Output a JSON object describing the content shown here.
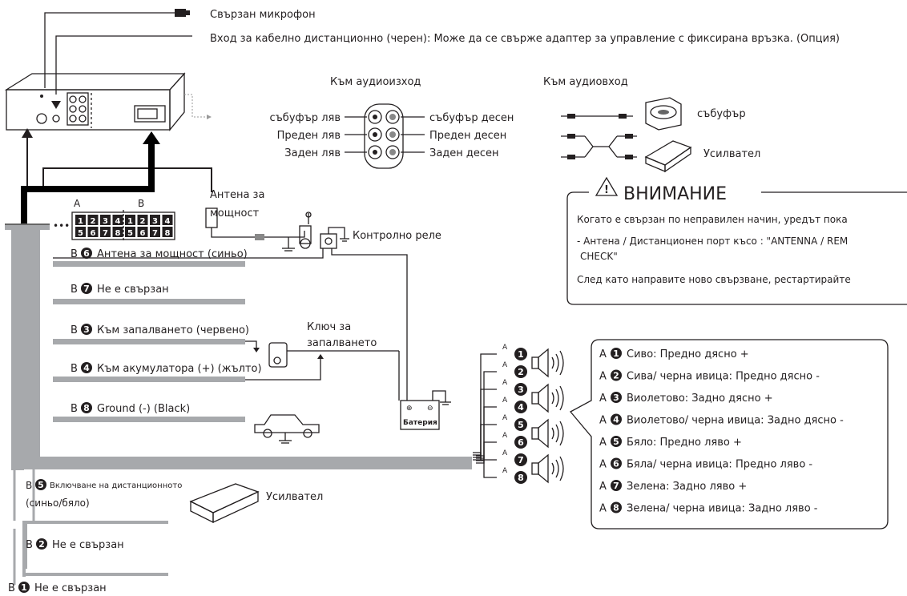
{
  "top": {
    "mic": "Свързан  микрофон",
    "remote_wire": "Вход за кабелно дистанционно (черен): Може да се свърже адаптер за управление с фиксирана връзка. (Опция)"
  },
  "audio_out": {
    "title": "Към аудиоизход",
    "left_labels": [
      "събуфър ляв",
      "Преден ляв",
      "Заден ляв"
    ],
    "right_labels": [
      "събуфър десен",
      "Преден десен",
      "Заден десен"
    ]
  },
  "audio_in": {
    "title": "Към аудиовход",
    "subwoofer": "събуфър",
    "amplifier": "Усилвател"
  },
  "caution": {
    "title": "ВНИМАНИЕ",
    "line1": "Когато е свързан по неправилен начин, уредът пока",
    "line2": "- Антена / Дистанционен порт късо : \"ANTENNA / REM",
    "line3": "CHECK\"",
    "line4": "След като направите ново свързване, рестартирайте"
  },
  "connector": {
    "label_a": "A",
    "label_b": "B",
    "top_row": [
      "1",
      "2",
      "3",
      "4",
      "1",
      "2",
      "3",
      "4"
    ],
    "bottom_row": [
      "5",
      "6",
      "7",
      "8",
      "5",
      "6",
      "7",
      "8"
    ]
  },
  "antenna": {
    "label_line1": "Антена за",
    "label_line2": "мощност",
    "relay": "Контролно реле"
  },
  "ignition": {
    "key_line1": "Ключ за",
    "key_line2": "запалването",
    "battery": "Батерия"
  },
  "wires_b": [
    {
      "prefix": "B",
      "num": "6",
      "text": "Антена за мощност (синьо)"
    },
    {
      "prefix": "B",
      "num": "7",
      "text": "Не е свързан"
    },
    {
      "prefix": "B",
      "num": "3",
      "text": "Към запалването (червено)"
    },
    {
      "prefix": "B",
      "num": "4",
      "text": "Към акумулатора (+) (жълто)"
    },
    {
      "prefix": "B",
      "num": "8",
      "text": "Ground (-) (Black)"
    }
  ],
  "remote_on": {
    "prefix": "B",
    "num": "5",
    "line1": "Включване на дистанционното",
    "line2": "(синьо/бяло)",
    "amp": "Усилвател"
  },
  "bottom_wires": [
    {
      "prefix": "B",
      "num": "2",
      "text": "Не е свързан"
    },
    {
      "prefix": "B",
      "num": "1",
      "text": "Не е свързан"
    }
  ],
  "speakers": {
    "a_label": "A",
    "nums": [
      "1",
      "2",
      "3",
      "4",
      "5",
      "6",
      "7",
      "8"
    ],
    "legend": [
      {
        "prefix": "A",
        "num": "1",
        "text": "Сиво: Предно дясно +"
      },
      {
        "prefix": "A",
        "num": "2",
        "text": "Сива/ черна ивица: Предно дясно -"
      },
      {
        "prefix": "A",
        "num": "3",
        "text": "Виолетово: Задно дясно +"
      },
      {
        "prefix": "A",
        "num": "4",
        "text": "Виолетово/ черна ивица: Задно дясно -"
      },
      {
        "prefix": "A",
        "num": "5",
        "text": "Бяло: Предно ляво +"
      },
      {
        "prefix": "A",
        "num": "6",
        "text": "Бяла/ черна ивица: Предно ляво -"
      },
      {
        "prefix": "A",
        "num": "7",
        "text": "Зелена: Задно ляво +"
      },
      {
        "prefix": "A",
        "num": "8",
        "text": "Зелена/ черна ивица: Задно ляво -"
      }
    ]
  }
}
